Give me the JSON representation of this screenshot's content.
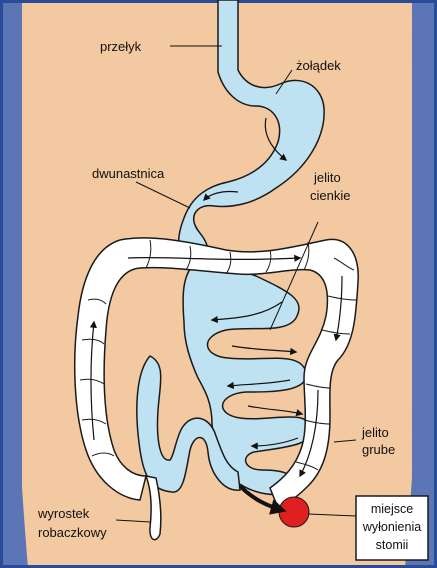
{
  "labels": {
    "esophagus": "przełyk",
    "stomach": "żołądek",
    "duodenum": "dwunastnica",
    "small_intestine_1": "jelito",
    "small_intestine_2": "cienkie",
    "large_intestine_1": "jelito",
    "large_intestine_2": "grube",
    "appendix_1": "wyrostek",
    "appendix_2": "robaczkowy"
  },
  "callout": {
    "line1": "miejsce",
    "line2": "wyłonienia",
    "line3": "stomii"
  },
  "colors": {
    "sides": "#5b75b5",
    "torso": "#f2c9a0",
    "frame": "#2a4a9a",
    "organ_fill": "#bfe2f3",
    "colon_fill": "#ffffff",
    "outline": "#1a1a1a",
    "stoma": "#e02020",
    "arrow": "#111111"
  }
}
